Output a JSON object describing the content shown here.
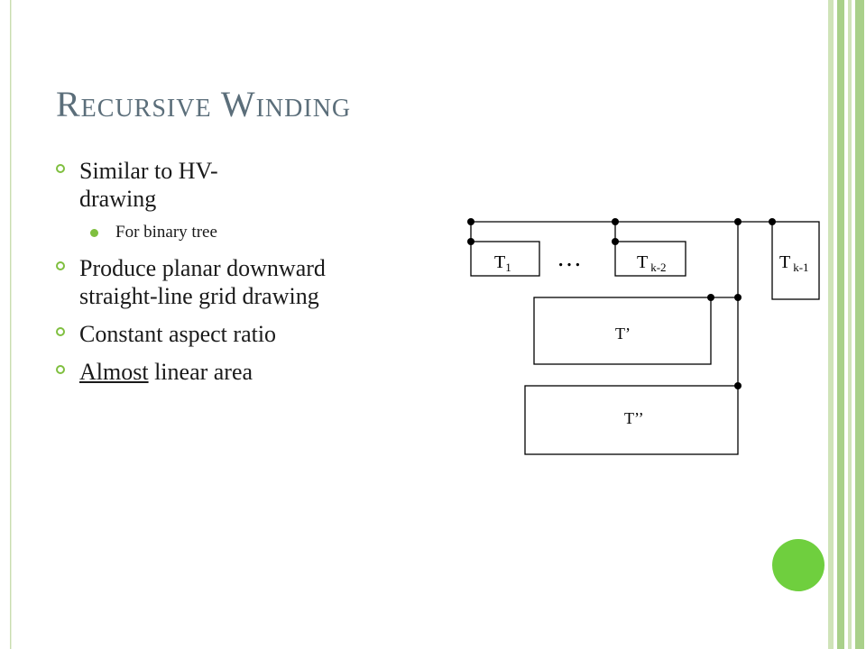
{
  "slide": {
    "title": "Recursive Winding",
    "bullets": [
      {
        "text": "Similar to HV-",
        "text_cont": "drawing",
        "sub": [
          "For binary tree"
        ]
      },
      {
        "text": "Produce planar downward straight-line grid drawing"
      },
      {
        "text": "Constant aspect ratio"
      },
      {
        "text_underlined": "Almost",
        "text_rest": " linear area"
      }
    ]
  },
  "diagram": {
    "boxes": {
      "t1": {
        "base": "T",
        "sub": "1"
      },
      "tk2": {
        "base": "T",
        "sub": "k-2"
      },
      "tk1": {
        "base": "T",
        "sub": "k-1"
      },
      "tprime": "T’",
      "tdouble": "T’’"
    },
    "ellipsis": "…"
  },
  "colors": {
    "title": "#5b6e7a",
    "accent": "#7fbf3f",
    "circle": "#6fcf3e",
    "stripes": [
      "#cfe3b8",
      "#a9d08a",
      "#cfe3b8",
      "#a9d08a"
    ]
  }
}
